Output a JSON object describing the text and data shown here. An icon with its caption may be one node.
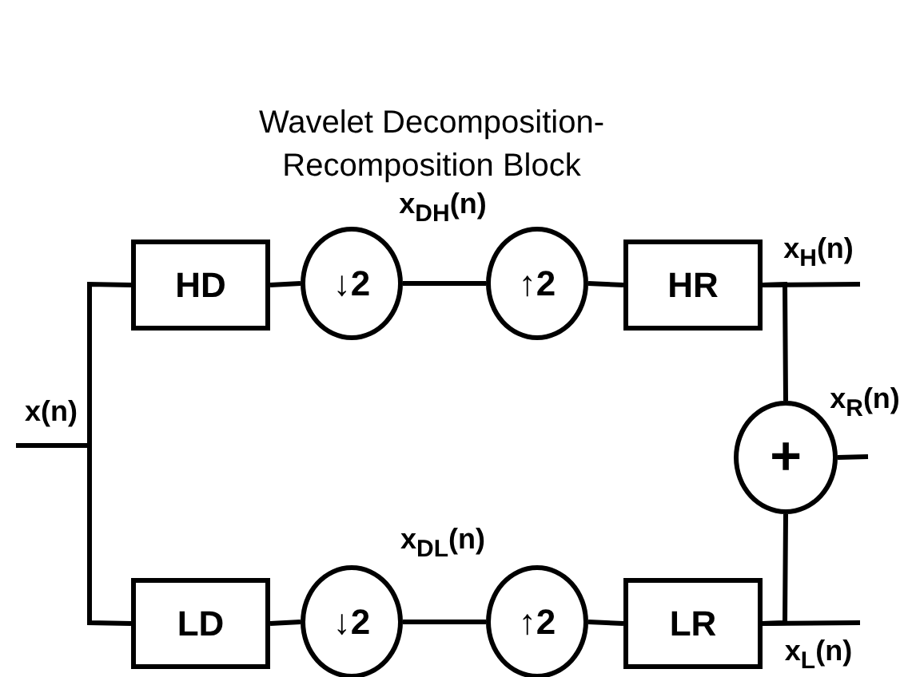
{
  "diagram": {
    "title": "Wavelet Decomposition-Recomposition Block",
    "nodes": [
      {
        "text": [
          "HD"
        ]
      },
      {
        "text": [
          "↓2"
        ]
      },
      {
        "text": [
          "↑2"
        ]
      },
      {
        "text": [
          "HR"
        ]
      },
      {
        "text": [
          "LD"
        ]
      },
      {
        "text": [
          "↓2"
        ]
      },
      {
        "text": [
          "↑2"
        ]
      },
      {
        "text": [
          "LR"
        ]
      },
      {
        "text": [
          "+"
        ]
      }
    ],
    "edges": [
      {
        "from": null,
        "to": 0,
        "arrow": "none"
      },
      {
        "from": null,
        "to": 4,
        "arrow": "none"
      },
      {
        "from": 0,
        "to": 1,
        "arrow": "none"
      },
      {
        "from": 1,
        "to": 2,
        "arrow": "none"
      },
      {
        "from": 2,
        "to": 3,
        "arrow": "none"
      },
      {
        "from": 4,
        "to": 5,
        "arrow": "none"
      },
      {
        "from": 5,
        "to": 6,
        "arrow": "none"
      },
      {
        "from": 6,
        "to": 7,
        "arrow": "none"
      },
      {
        "from": 3,
        "to": 8,
        "arrow": "none"
      },
      {
        "from": 7,
        "to": 8,
        "arrow": "none"
      },
      {
        "from": 3,
        "to": null,
        "arrow": "none"
      },
      {
        "from": 7,
        "to": null,
        "arrow": "none"
      },
      {
        "from": 8,
        "to": null,
        "arrow": "none"
      }
    ],
    "labels": [
      "x(n)",
      "x$_{DH}$(n)",
      "x$_{H}$(n)",
      "x$_{R}$(n)",
      "x$_{DL}$(n)",
      "x$_{L}$(n)"
    ]
  }
}
